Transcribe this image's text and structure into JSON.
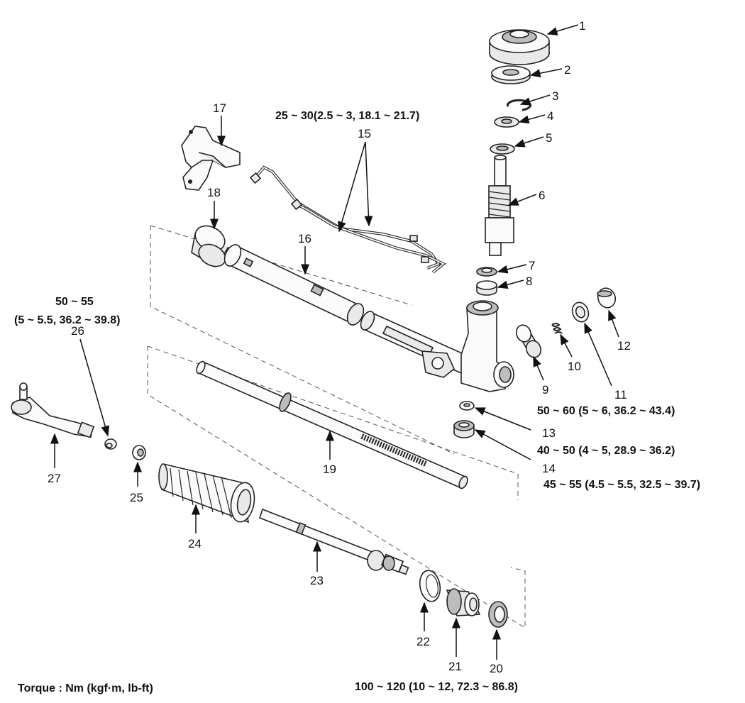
{
  "callouts": [
    "1",
    "2",
    "3",
    "4",
    "5",
    "6",
    "7",
    "8",
    "9",
    "10",
    "11",
    "12",
    "13",
    "14",
    "15",
    "16",
    "17",
    "18",
    "19",
    "20",
    "21",
    "22",
    "23",
    "24",
    "25",
    "26",
    "27"
  ],
  "torque_specs": {
    "t15": "25 ~ 30(2.5 ~ 3, 18.1 ~ 21.7)",
    "t26_line1": "50 ~ 55",
    "t26_line2": "(5 ~ 5.5, 36.2 ~ 39.8)",
    "t11": "50 ~ 60 (5 ~ 6, 36.2 ~ 43.4)",
    "t13": "40 ~ 50 (4 ~ 5, 28.9 ~ 36.2)",
    "t14": "45 ~ 55 (4.5 ~ 5.5, 32.5 ~ 39.7)",
    "t21": "100 ~ 120 (10 ~ 12, 72.3 ~ 86.8)"
  },
  "units_note": "Torque : Nm (kgf·m, lb-ft)",
  "icons": [
    "arrow-icon"
  ],
  "colors": {
    "line": "#222222",
    "fill": "#e9e9e9",
    "background": "#ffffff"
  }
}
